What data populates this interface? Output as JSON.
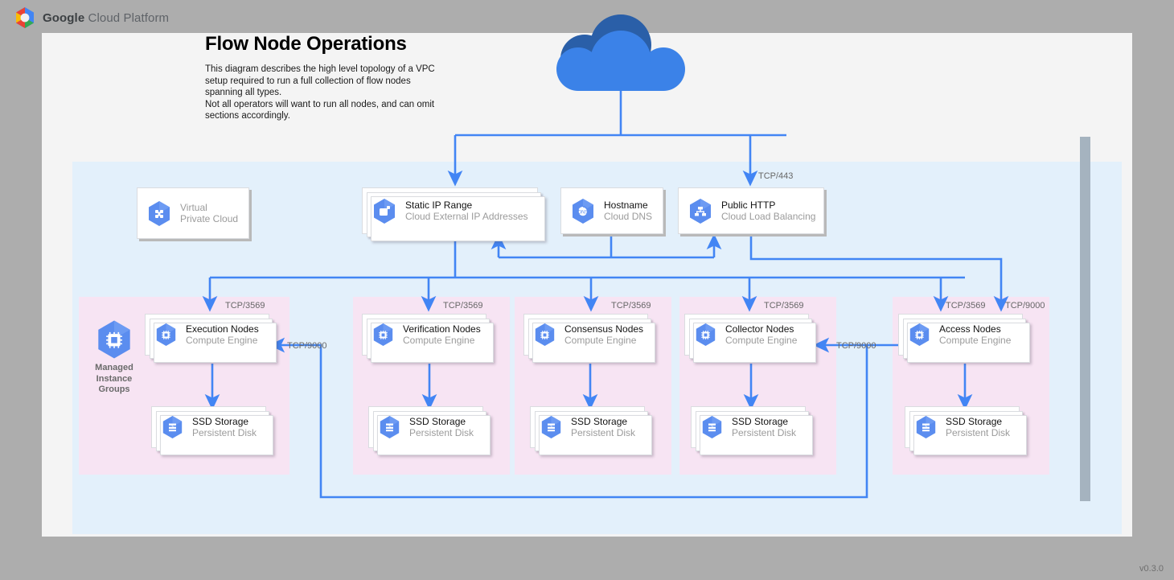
{
  "header": {
    "brand_bold": "Google",
    "brand_rest": " Cloud Platform",
    "logo_icon": "google-cloud-hexagon-logo"
  },
  "version": "v0.3.0",
  "diagram": {
    "title": "Flow Node Operations",
    "description": "This diagram describes the high level topology of a VPC setup required to run a full collection of flow nodes spanning all types.\nNot all operators will want to run all nodes, and can omit sections accordingly.",
    "cloud_icon": "internet-cloud-icon"
  },
  "top_nodes": [
    {
      "title": "Virtual",
      "subtitle": "Private Cloud",
      "icon": "virtual-private-cloud-icon",
      "style": "flat"
    },
    {
      "title": "Static IP Range",
      "subtitle": "Cloud External IP Addresses",
      "icon": "cloud-external-ip-addresses-icon",
      "style": "stacked"
    },
    {
      "title": "Hostname",
      "subtitle": "Cloud DNS",
      "icon": "cloud-dns-icon",
      "style": "flat"
    },
    {
      "title": "Public HTTP",
      "subtitle": "Cloud Load Balancing",
      "icon": "cloud-load-balancing-icon",
      "style": "flat"
    }
  ],
  "groups": [
    {
      "name": "execution",
      "has_mig": true,
      "mig_label": "Managed\nInstance\nGroups",
      "mig_icon": "managed-instance-groups-icon",
      "compute": {
        "title": "Execution Nodes",
        "subtitle": "Compute Engine",
        "icon": "compute-engine-icon"
      },
      "storage": {
        "title": "SSD Storage",
        "subtitle": "Persistent Disk",
        "icon": "persistent-disk-icon"
      }
    },
    {
      "name": "verification",
      "has_mig": false,
      "compute": {
        "title": "Verification Nodes",
        "subtitle": "Compute Engine",
        "icon": "compute-engine-icon"
      },
      "storage": {
        "title": "SSD Storage",
        "subtitle": "Persistent Disk",
        "icon": "persistent-disk-icon"
      }
    },
    {
      "name": "consensus",
      "has_mig": false,
      "compute": {
        "title": "Consensus Nodes",
        "subtitle": "Compute Engine",
        "icon": "compute-engine-icon"
      },
      "storage": {
        "title": "SSD Storage",
        "subtitle": "Persistent Disk",
        "icon": "persistent-disk-icon"
      }
    },
    {
      "name": "collector",
      "has_mig": false,
      "compute": {
        "title": "Collector Nodes",
        "subtitle": "Compute Engine",
        "icon": "compute-engine-icon"
      },
      "storage": {
        "title": "SSD Storage",
        "subtitle": "Persistent Disk",
        "icon": "persistent-disk-icon"
      }
    },
    {
      "name": "access",
      "has_mig": false,
      "compute": {
        "title": "Access Nodes",
        "subtitle": "Compute Engine",
        "icon": "compute-engine-icon"
      },
      "storage": {
        "title": "SSD Storage",
        "subtitle": "Persistent Disk",
        "icon": "persistent-disk-icon"
      }
    }
  ],
  "port_labels": [
    {
      "id": "lb-443",
      "text": "TCP/443"
    },
    {
      "id": "execution-3569",
      "text": "TCP/3569"
    },
    {
      "id": "verification-3569",
      "text": "TCP/3569"
    },
    {
      "id": "consensus-3569",
      "text": "TCP/3569"
    },
    {
      "id": "collector-3569",
      "text": "TCP/3569"
    },
    {
      "id": "access-3569",
      "text": "TCP/3569"
    },
    {
      "id": "access-9000",
      "text": "TCP/9000"
    },
    {
      "id": "collector-9000",
      "text": "TCP/9000"
    },
    {
      "id": "execution-9000",
      "text": "TCP/9000"
    }
  ],
  "colors": {
    "wire": "#4285f4",
    "vpc_bg": "#e3f0fb",
    "group_bg": "#f7e4f3",
    "canvas_bg": "#f4f4f4",
    "page_bg": "#adadad",
    "cloud_front": "#3b82e8",
    "cloud_back": "#2a5fa8",
    "icon_blue": "#5b8def"
  }
}
